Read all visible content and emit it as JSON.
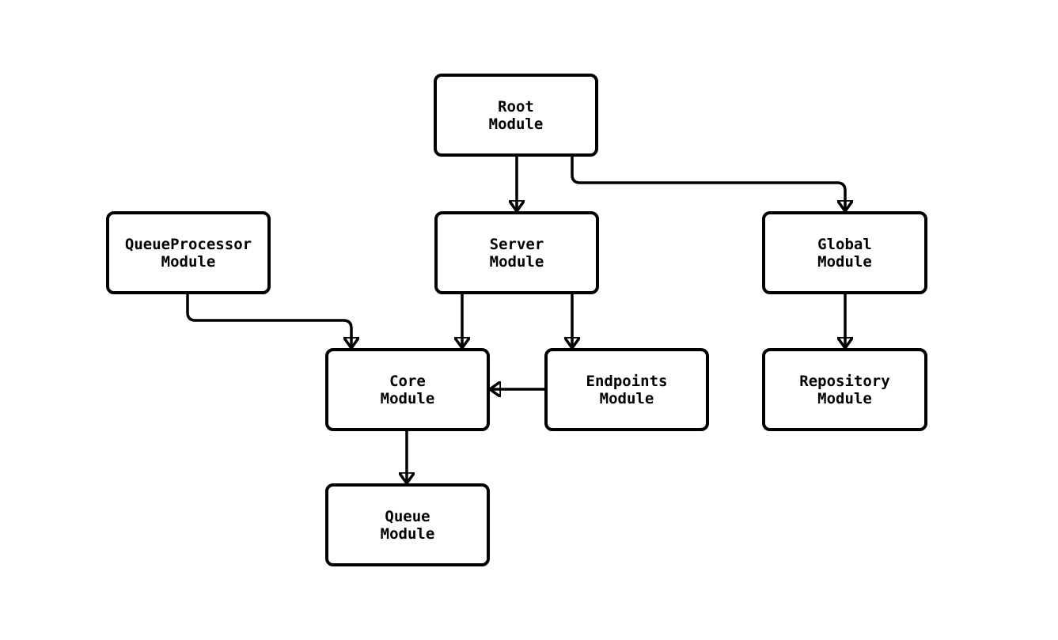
{
  "diagram": {
    "type": "module-dependency-flowchart",
    "colors": {
      "background": "#ffffff",
      "stroke": "#000000",
      "node_fill": "#ffffff",
      "text": "#000000"
    },
    "nodes": {
      "root": {
        "line1": "Root",
        "line2": "Module"
      },
      "queueprocessor": {
        "line1": "QueueProcessor",
        "line2": "Module"
      },
      "server": {
        "line1": "Server",
        "line2": "Module"
      },
      "global": {
        "line1": "Global",
        "line2": "Module"
      },
      "core": {
        "line1": "Core",
        "line2": "Module"
      },
      "endpoints": {
        "line1": "Endpoints",
        "line2": "Module"
      },
      "repository": {
        "line1": "Repository",
        "line2": "Module"
      },
      "queue": {
        "line1": "Queue",
        "line2": "Module"
      }
    },
    "edges": [
      {
        "from": "Root Module",
        "to": "Server Module"
      },
      {
        "from": "Root Module",
        "to": "Global Module"
      },
      {
        "from": "QueueProcessor Module",
        "to": "Core Module"
      },
      {
        "from": "Server Module",
        "to": "Core Module"
      },
      {
        "from": "Server Module",
        "to": "Endpoints Module"
      },
      {
        "from": "Endpoints Module",
        "to": "Core Module"
      },
      {
        "from": "Global Module",
        "to": "Repository Module"
      },
      {
        "from": "Core Module",
        "to": "Queue Module"
      }
    ]
  }
}
